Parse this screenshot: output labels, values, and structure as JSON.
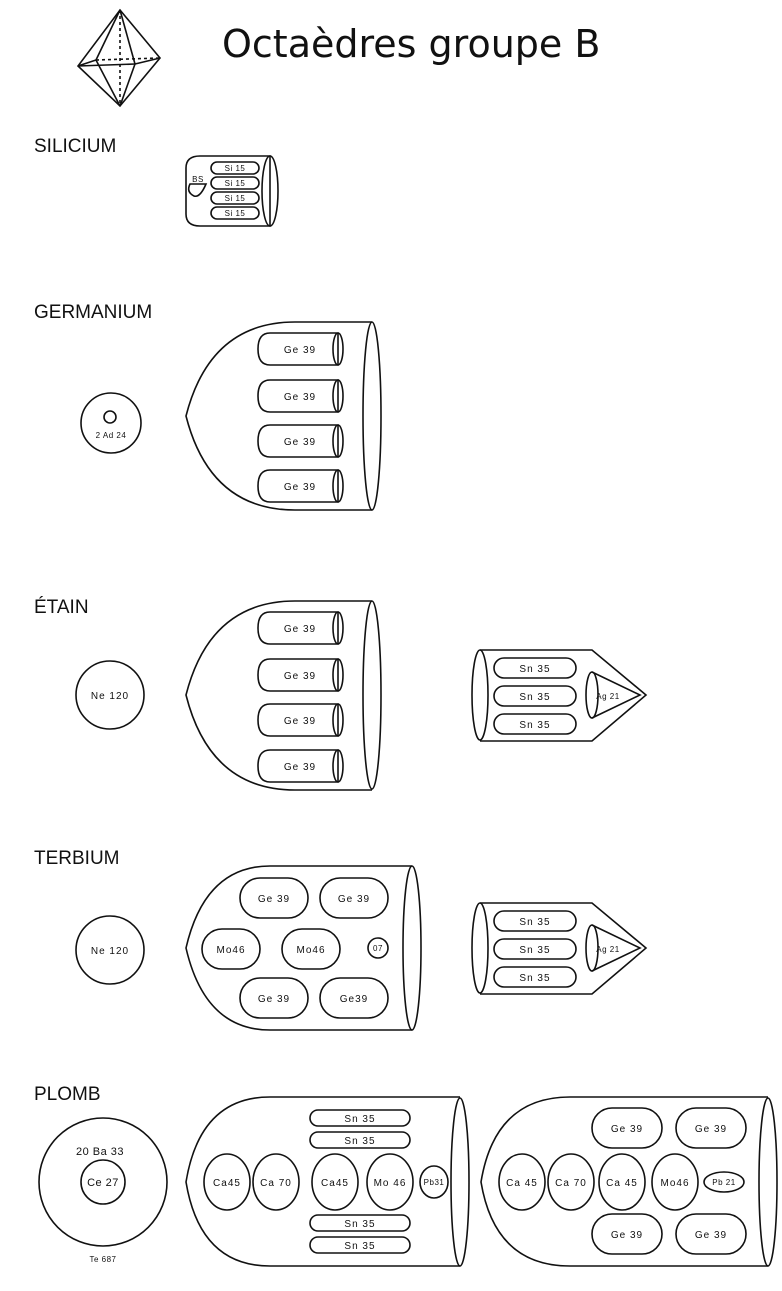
{
  "title": "Octaèdres groupe B",
  "sections": {
    "silicium": {
      "label": "SILICIUM",
      "rods": [
        "Si 15",
        "Si 15",
        "Si 15",
        "Si 15"
      ],
      "tip": "BS"
    },
    "germanium": {
      "label": "GERMANIUM",
      "core": "2 Ad 24",
      "rods": [
        "Ge 39",
        "Ge 39",
        "Ge 39",
        "Ge 39"
      ]
    },
    "etain": {
      "label": "ÉTAIN",
      "core": "Ne 120",
      "rods": [
        "Ge 39",
        "Ge 39",
        "Ge 39",
        "Ge 39"
      ],
      "small_rods": [
        "Sn 35",
        "Sn 35",
        "Sn 35"
      ],
      "small_tip": "Ag 21"
    },
    "terbium": {
      "label": "TERBIUM",
      "core": "Ne 120",
      "top": [
        "Ge 39",
        "Ge 39"
      ],
      "middle": [
        "Mo46",
        "Mo46"
      ],
      "small": "07",
      "bottom": [
        "Ge 39",
        "Ge39"
      ],
      "small_rods": [
        "Sn 35",
        "Sn 35",
        "Sn 35"
      ],
      "small_tip": "Ag 21"
    },
    "plomb": {
      "label": "PLOMB",
      "outer": "20 Ba 33",
      "inner": "Ce 27",
      "below": "Te 687",
      "unit1_top": [
        "Sn 35",
        "Sn 35"
      ],
      "unit1_middle": [
        "Ca45",
        "Ca 70",
        "Ca45",
        "Mo 46",
        "Pb31"
      ],
      "unit1_bottom": [
        "Sn 35",
        "Sn 35"
      ],
      "unit2_top": [
        "Ge 39",
        "Ge 39"
      ],
      "unit2_middle": [
        "Ca 45",
        "Ca 70",
        "Ca 45",
        "Mo46",
        "Pb 21"
      ],
      "unit2_bottom": [
        "Ge 39",
        "Ge 39"
      ]
    }
  }
}
